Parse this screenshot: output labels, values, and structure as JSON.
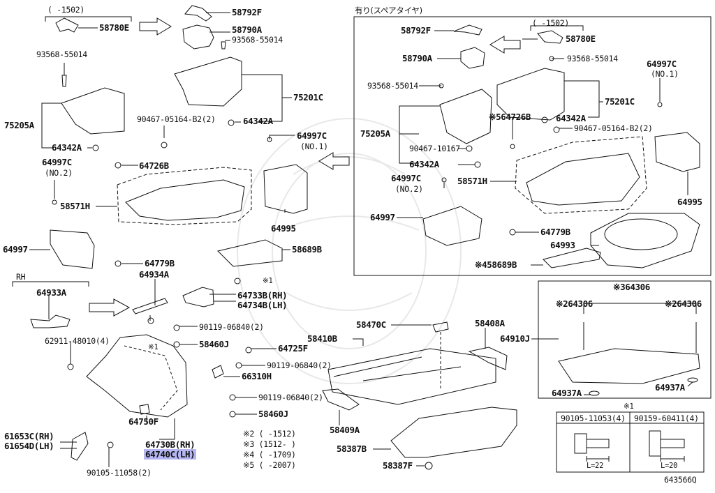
{
  "diagram_code": "643566Q",
  "spare_tire_box_title": "有り(スペアタイヤ)",
  "rh_label": "RH",
  "bracket_top_left": "( -1502)",
  "bracket_spare": "( -1502)",
  "no1_spare": "(NO.1)",
  "labels": {
    "l58792F_a": "58792F",
    "l58780E_a": "58780E",
    "l58790A_a": "58790A",
    "l93568_a": "93568-55014",
    "l93568_b": "93568-55014",
    "l75201C_a": "75201C",
    "l75205A_a": "75205A",
    "l64342A_a": "64342A",
    "l90467_a": "90467-05164-B2(2)",
    "l64342A_b": "64342A",
    "l64997C_a": "64997C",
    "l_no1_a": "(NO.1)",
    "l64997C_b": "64997C",
    "l_no2_a": "(NO.2)",
    "l64726B_a": "64726B",
    "l58571H_a": "58571H",
    "l64997_a": "64997",
    "l64995_a": "64995",
    "l58689B_a": "58689B",
    "l64779B_a": "64779B",
    "l64934A": "64934A",
    "l64933A": "64933A",
    "l64733B": "64733B(RH)",
    "l64734B": "64734B(LH)",
    "l62911": "62911-48010(4)",
    "l90119_a": "90119-06840(2)",
    "l58460J_a": "58460J",
    "l64725F": "64725F",
    "l90119_b": "90119-06840(2)",
    "l66310H": "66310H",
    "l90119_c": "90119-06840(2)",
    "l58460J_b": "58460J",
    "l64750F": "64750F",
    "l64730B": "64730B(RH)",
    "l64740C": "64740C(LH)",
    "l61653C": "61653C(RH)",
    "l61654D": "61654D(LH)",
    "l90105_a": "90105-11058(2)",
    "l58470C": "58470C",
    "l58408A": "58408A",
    "l58410B": "58410B",
    "l58409A": "58409A",
    "l58387B": "58387B",
    "l58387F": "58387F",
    "l64910J": "64910J",
    "l64306_main": "64306",
    "l64306_l": "64306",
    "l64306_r": "64306",
    "l64937A_l": "64937A",
    "l64937A_r": "64937A",
    "note_x1_ref": "※1",
    "note_x1_a": "※1",
    "note_x1_b": "※1",
    "note_x2_l": "※2",
    "note_x2_r": "※2",
    "note_x3": "※3",
    "note_x4": "※4",
    "note_x5": "※5",
    "s58792F": "58792F",
    "s58780E": "58780E",
    "s58790A": "58790A",
    "s93568_a": "93568-55014",
    "s93568_b": "93568-55014",
    "s75201C": "75201C",
    "s64342A_a": "64342A",
    "s64726B": "64726B",
    "s90467_05164": "90467-05164-B2(2)",
    "s75205A": "75205A",
    "s90467_10167": "90467-10167",
    "s64342A_b": "64342A",
    "s64997C_l": "64997C",
    "s_no2": "(NO.2)",
    "s58571H": "58571H",
    "s64997": "64997",
    "s64779B": "64779B",
    "s64993": "64993",
    "s58689B": "58689B",
    "s64997C_r": "64997C",
    "s_no1": "(NO.1)",
    "s64995": "64995"
  },
  "notes": [
    {
      "mark": "※2",
      "text": "(     -1512)"
    },
    {
      "mark": "※3",
      "text": "(1512-     )"
    },
    {
      "mark": "※4",
      "text": "(     -1709)"
    },
    {
      "mark": "※5",
      "text": "(     -2007)"
    }
  ],
  "bolt_table": {
    "parts": [
      "90105-11053(4)",
      "90159-60411(4)"
    ],
    "lengths": [
      "L=22",
      "L=20"
    ]
  }
}
